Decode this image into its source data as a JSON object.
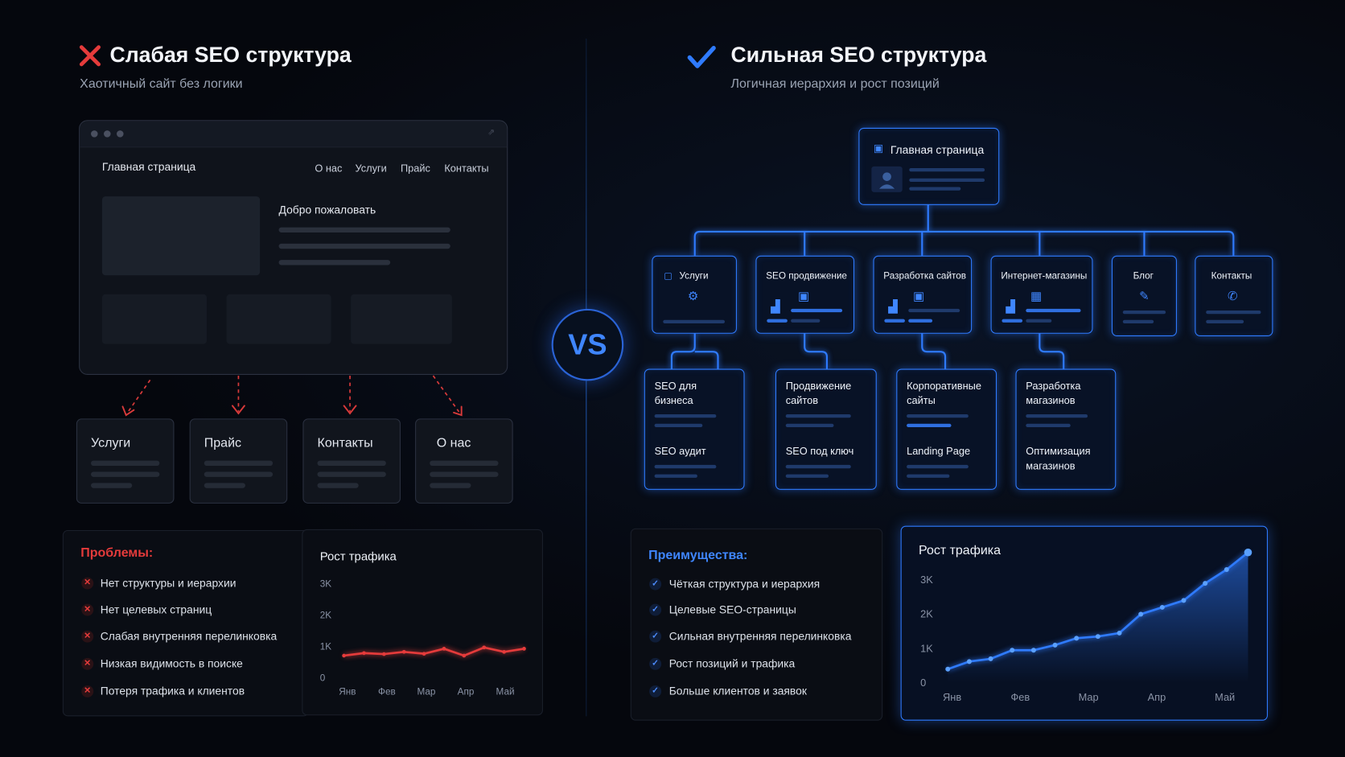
{
  "left": {
    "title": "Слабая SEO структура",
    "subtitle": "Хаотичный сайт без логики",
    "browser": {
      "home": "Главная страница",
      "nav": [
        "О нас",
        "Услуги",
        "Прайс",
        "Контакты"
      ],
      "welcome": "Добро пожаловать"
    },
    "pages": [
      "Услуги",
      "Прайс",
      "Контакты",
      "О нас"
    ],
    "problems": {
      "title": "Проблемы:",
      "items": [
        "Нет структуры и иерархии",
        "Нет целевых страниц",
        "Слабая внутренняя перелинковка",
        "Низкая видимость в поиске",
        "Потеря трафика и клиентов"
      ]
    }
  },
  "vs": "VS",
  "right": {
    "title": "Сильная SEO структура",
    "subtitle": "Логичная иерархия и рост позиций",
    "root": "Главная страница",
    "level1": [
      "Услуги",
      "SEO продвижение",
      "Разработка сайтов",
      "Интернет-магазины",
      "Блог",
      "Контакты"
    ],
    "level2": [
      {
        "top": "SEO для бизнеса",
        "bottom": "SEO аудит"
      },
      {
        "top": "Продвижение сайтов",
        "bottom": "SEO под ключ"
      },
      {
        "top": "Корпоративные сайты",
        "bottom": "Landing Page"
      },
      {
        "top": "Разработка магазинов",
        "bottom": "Оптимизация магазинов"
      }
    ],
    "benefits": {
      "title": "Преимущества:",
      "items": [
        "Чёткая структура и иерархия",
        "Целевые SEO-страницы",
        "Сильная внутренняя перелинковка",
        "Рост позиций и трафика",
        "Больше клиентов и заявок"
      ]
    }
  },
  "colors": {
    "bad": "#e53b3b",
    "good": "#2f7bff",
    "background": "#05070d"
  },
  "chart_data": [
    {
      "type": "line",
      "title": "Рост трафика",
      "categories": [
        "Янв",
        "Фев",
        "Мар",
        "Апр",
        "Май"
      ],
      "yticks": [
        "0",
        "1K",
        "2K",
        "3K"
      ],
      "ylim": [
        0,
        3000
      ],
      "series": [
        {
          "values": [
            700,
            780,
            750,
            820,
            760,
            920,
            700,
            960,
            820,
            920
          ]
        }
      ],
      "color": "#e53b3b"
    },
    {
      "type": "area",
      "title": "Рост трафика",
      "categories": [
        "Янв",
        "Фев",
        "Мар",
        "Апр",
        "Май"
      ],
      "yticks": [
        "0",
        "1K",
        "2K",
        "3K"
      ],
      "ylim": [
        0,
        3000
      ],
      "series": [
        {
          "values": [
            400,
            620,
            700,
            950,
            950,
            1100,
            1300,
            1350,
            1450,
            2000,
            2200,
            2400,
            2900,
            3300,
            3800
          ]
        }
      ],
      "color": "#2f7bff"
    }
  ]
}
